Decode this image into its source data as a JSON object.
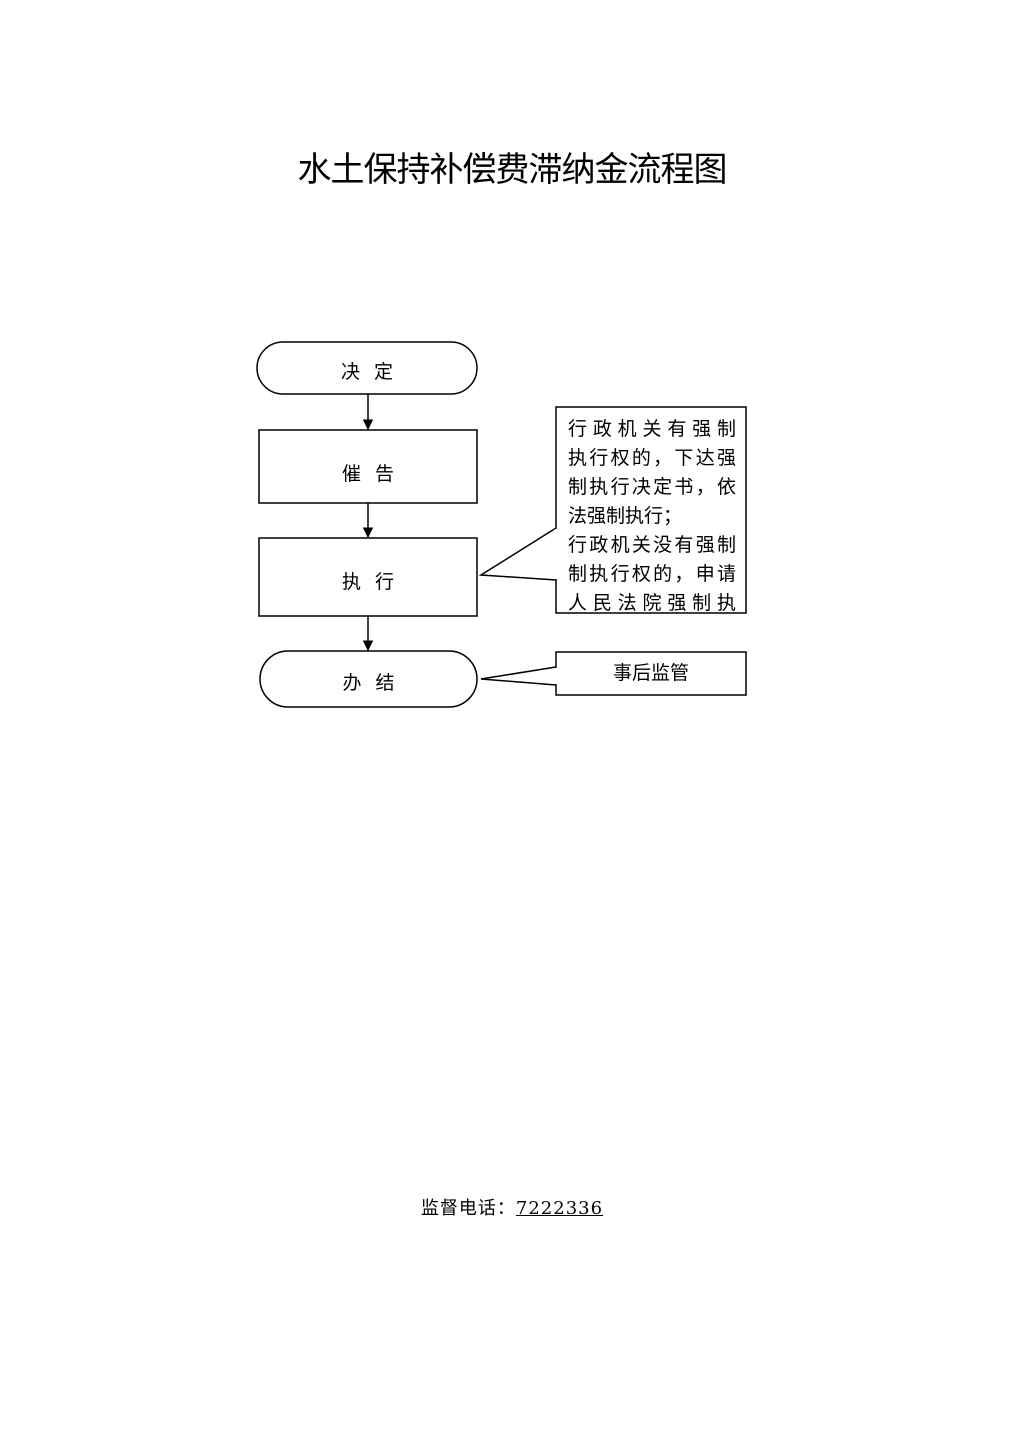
{
  "title": "水土保持补偿费滞纳金流程图",
  "flow": {
    "steps": [
      "决定",
      "催告",
      "执行",
      "办结"
    ],
    "note_execute": [
      "行政机关有强制",
      "执行权的，下达强",
      "制执行决定书，依",
      "法强制执行；",
      "行政机关没有强制",
      "制执行权的，申请",
      "人民法院强制执"
    ],
    "note_finish": "事后监管"
  },
  "footer": {
    "label": "监督电话：",
    "number": "7222336"
  }
}
